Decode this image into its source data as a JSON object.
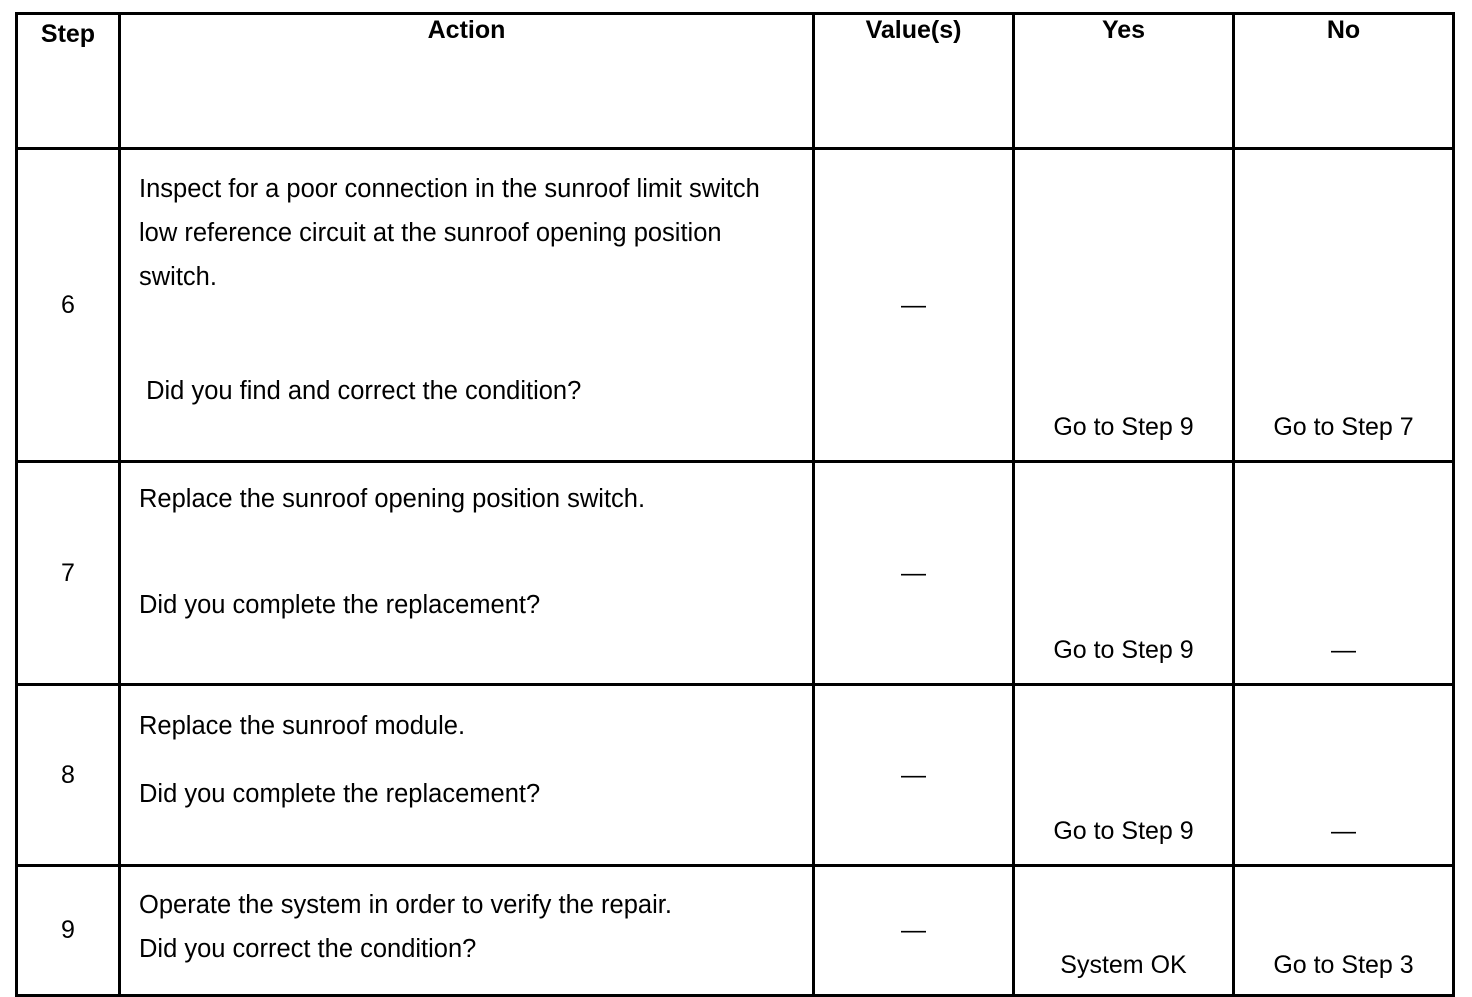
{
  "table": {
    "headers": {
      "step": "Step",
      "step_wrapped_line1": "St",
      "step_wrapped_line2": "ep",
      "action": "Action",
      "value": "Value(s)",
      "yes": "Yes",
      "no": "No"
    },
    "rows": [
      {
        "step": "6",
        "action_lead": "Inspect for a poor connection in the sunroof limit switch low reference circuit at the sunroof opening position switch.",
        "action_question": " Did you find and correct the condition?",
        "value": "—",
        "yes": "Go to Step 9",
        "no": "Go to Step 7"
      },
      {
        "step": "7",
        "action_lead": "Replace the sunroof opening position switch.",
        "action_question": "Did you complete the replacement?",
        "value": "—",
        "yes": "Go to Step 9",
        "no": "—"
      },
      {
        "step": "8",
        "action_lead": "Replace the sunroof module.",
        "action_question": "Did you complete the replacement?",
        "value": "—",
        "yes": "Go to Step 9",
        "no": "—"
      },
      {
        "step": "9",
        "action_lead": "Operate the system in order to verify the repair.",
        "action_question": "Did you correct the condition?",
        "value": "—",
        "yes": "System OK",
        "no": "Go to Step 3"
      }
    ]
  },
  "colors": {
    "border": "#000000",
    "text": "#000000",
    "background": "#ffffff"
  }
}
